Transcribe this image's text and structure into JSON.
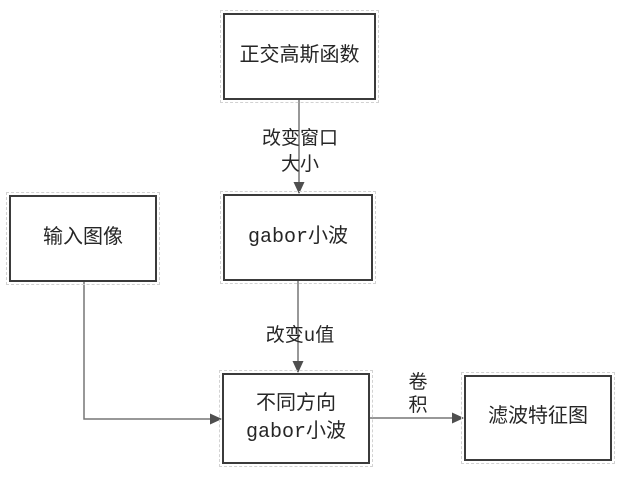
{
  "diagram": {
    "colors": {
      "background": "#ffffff",
      "box_border": "#3b3b3b",
      "box_fill": "#ffffff",
      "arrow_line": "#767676",
      "arrowhead": "#4f4f4f",
      "text": "#262626"
    },
    "nodes": [
      {
        "id": "orthogonal-gaussian-function",
        "label": "正交高斯函数"
      },
      {
        "id": "input-image",
        "label": "输入图像"
      },
      {
        "id": "gabor-wavelet",
        "label": "gabor小波"
      },
      {
        "id": "multi-direction-gabor-wavelet",
        "label": "不同方向\ngabor小波"
      },
      {
        "id": "filtered-feature-map",
        "label": "滤波特征图"
      }
    ],
    "edges": [
      {
        "from": "orthogonal-gaussian-function",
        "to": "gabor-wavelet",
        "label": "改变窗口\n大小"
      },
      {
        "from": "gabor-wavelet",
        "to": "multi-direction-gabor-wavelet",
        "label": "改变u值"
      },
      {
        "from": "input-image",
        "to": "multi-direction-gabor-wavelet",
        "label": ""
      },
      {
        "from": "multi-direction-gabor-wavelet",
        "to": "filtered-feature-map",
        "label": "卷\n积"
      }
    ]
  }
}
